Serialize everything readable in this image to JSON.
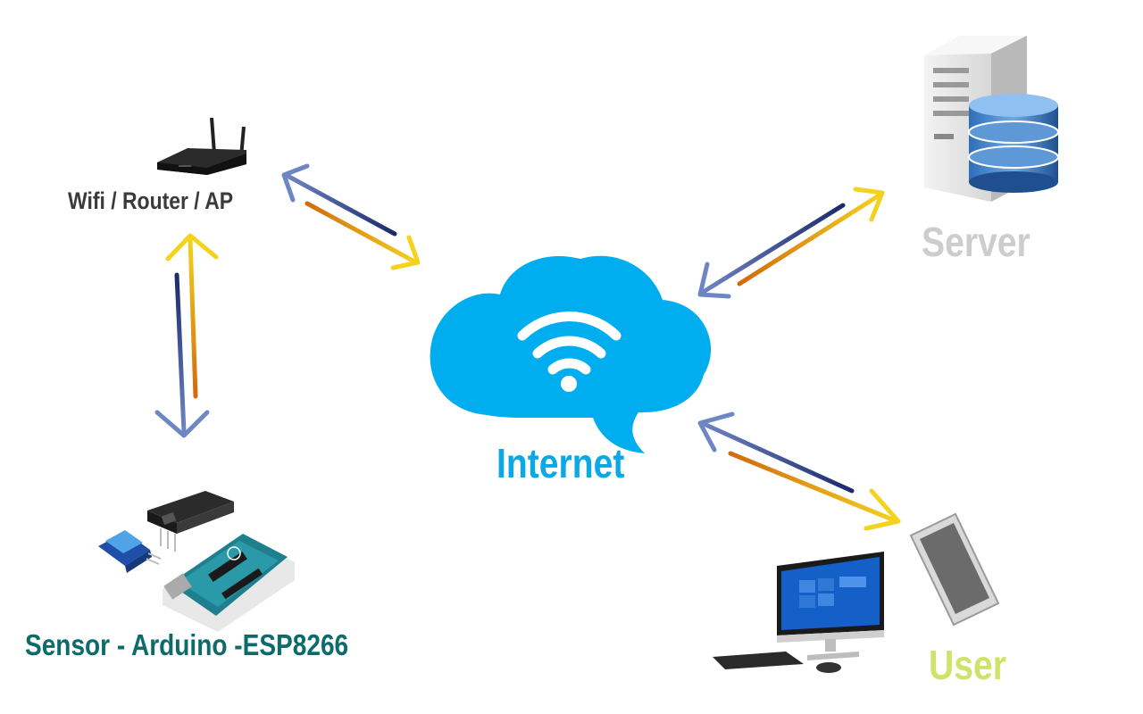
{
  "nodes": {
    "router": {
      "label": "Wifi / Router / AP"
    },
    "sensor": {
      "label": "Sensor - Arduino -ESP8266"
    },
    "internet": {
      "label": "Internet"
    },
    "server": {
      "label": "Server"
    },
    "user": {
      "label": "User"
    }
  },
  "connections": [
    {
      "from": "router",
      "to": "sensor",
      "direction": "bidirectional"
    },
    {
      "from": "router",
      "to": "internet",
      "direction": "bidirectional"
    },
    {
      "from": "internet",
      "to": "server",
      "direction": "bidirectional"
    },
    {
      "from": "internet",
      "to": "user",
      "direction": "bidirectional"
    }
  ],
  "colors": {
    "cloud": "#00aeef",
    "arrow_blue_light": "#6f86c4",
    "arrow_blue_dark": "#1b2a6b",
    "arrow_yellow": "#f5d21e",
    "arrow_orange": "#d16a0c",
    "sensor_label": "#0d6b6b",
    "internet_label": "#09a8e6",
    "server_label": "#cdcdcd",
    "user_label": "#cfe36a",
    "router_label": "#3a3a3a"
  },
  "icons": [
    "router-icon",
    "sensor-arduino-icon",
    "cloud-wifi-icon",
    "server-database-icon",
    "desktop-computer-icon",
    "smartphone-icon"
  ]
}
